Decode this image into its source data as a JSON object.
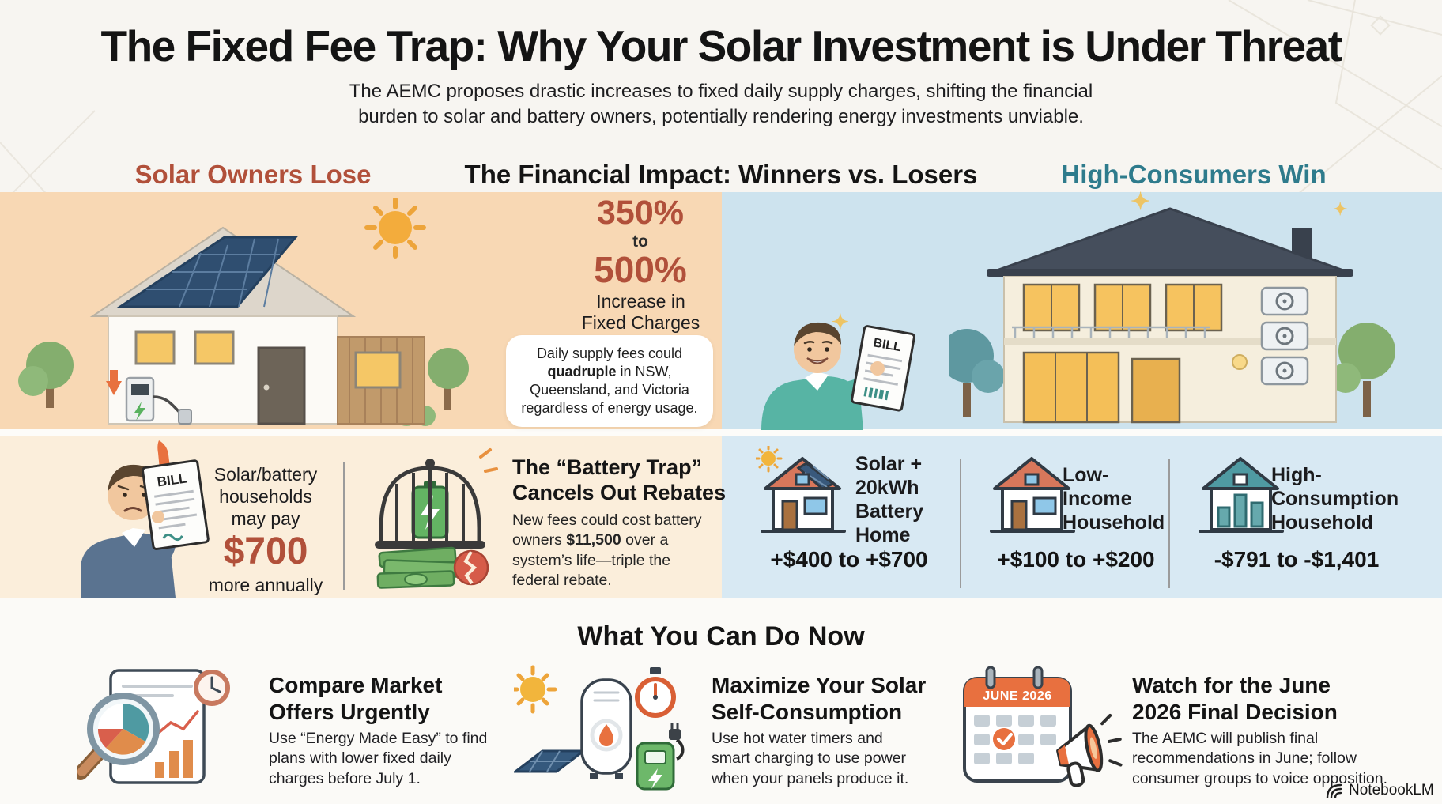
{
  "page": {
    "title": "The Fixed Fee Trap: Why Your Solar Investment is Under Threat",
    "subtitle": "The AEMC proposes drastic increases to fixed daily supply charges, shifting the financial burden to solar and battery owners, potentially rendering energy investments unviable."
  },
  "section_headers": {
    "losers": "Solar Owners Lose",
    "impact": "The Financial Impact: Winners vs. Losers",
    "winners": "High-Consumers Win"
  },
  "fixed_charge_stat": {
    "from_pct": "350%",
    "connector": "to",
    "to_pct": "500%",
    "caption": "Increase in Fixed Charges",
    "callout_pre": "Daily supply fees could ",
    "callout_bold": "quadruple",
    "callout_post": " in NSW, Queensland, and Victoria regardless of energy usage."
  },
  "losers_panel": {
    "bill_label": "BILL",
    "cost_text": "Solar/battery households may pay",
    "cost_amount": "$700",
    "cost_tail": "more annually",
    "battery_trap_title": "The “Battery Trap” Cancels Out Rebates",
    "battery_trap_pre": "New fees could cost battery owners ",
    "battery_trap_bold": "$11,500",
    "battery_trap_post": " over a system’s life—triple the federal rebate."
  },
  "winners_panel": {
    "bill_label": "BILL",
    "items": [
      {
        "label": "Solar + 20kWh Battery Home",
        "value": "+$400 to +$700"
      },
      {
        "label": "Low-Income Household",
        "value": "+$100 to +$200"
      },
      {
        "label": "High-Consumption Household",
        "value": "-$791 to -$1,401"
      }
    ]
  },
  "actions": {
    "heading": "What You Can Do Now",
    "calendar_label": "JUNE 2026",
    "items": [
      {
        "title": "Compare Market Offers Urgently",
        "body": "Use “Energy Made Easy” to find plans with lower fixed daily charges before July 1."
      },
      {
        "title": "Maximize Your Solar Self-Consumption",
        "body": "Use hot water timers and smart charging to use power when your panels produce it."
      },
      {
        "title": "Watch for the June 2026 Final Decision",
        "body": "The AEMC will publish final recommendations in June; follow consumer groups to voice opposition."
      }
    ]
  },
  "footer": {
    "brand": "NotebookLM"
  },
  "icons": {
    "sparkle_glyph": "✦",
    "list": [
      "sun-icon",
      "down-arrow-icon",
      "bill-icon",
      "birdcage-battery-icon",
      "money-stack-icon",
      "broken-coin-icon",
      "house-icon",
      "solar-panel-icon",
      "magnifier-chart-icon",
      "clock-icon",
      "water-heater-icon",
      "timer-icon",
      "ev-charger-icon",
      "calendar-icon",
      "megaphone-icon",
      "notebooklm-icon"
    ]
  },
  "colors": {
    "loss_accent": "#b1503a",
    "win_accent": "#2e7b8c",
    "arrow_orange": "#e8713f",
    "panel_peach": "#f8d8b4",
    "panel_peach_light": "#fbeedb",
    "panel_blue": "#cde3ee",
    "panel_blue_light": "#d8e9f3"
  }
}
